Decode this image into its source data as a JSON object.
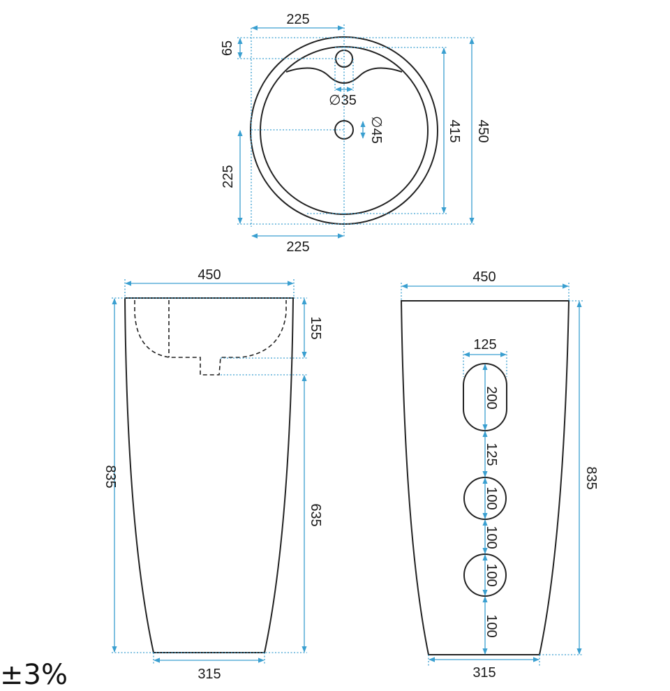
{
  "top_view": {
    "width_upper": "225",
    "hole_offset": "65",
    "hole_small_dia": "∅35",
    "hole_large_dia": "∅45",
    "inner_dia": "415",
    "outer_dia": "450",
    "height_lower": "225",
    "width_lower": "225"
  },
  "side_view": {
    "top_width": "450",
    "bowl_depth": "155",
    "total_height": "835",
    "drain_height": "635",
    "bottom_width": "315"
  },
  "back_view": {
    "top_width": "450",
    "slot_width": "125",
    "slot_height": "200",
    "gap_1": "125",
    "circle_1": "100",
    "gap_2": "100",
    "circle_2": "100",
    "gap_3": "100",
    "total_height": "835",
    "bottom_width": "315"
  },
  "tolerance": "±3%",
  "colors": {
    "outline": "#222222",
    "dimension": "#3a9fd0"
  }
}
